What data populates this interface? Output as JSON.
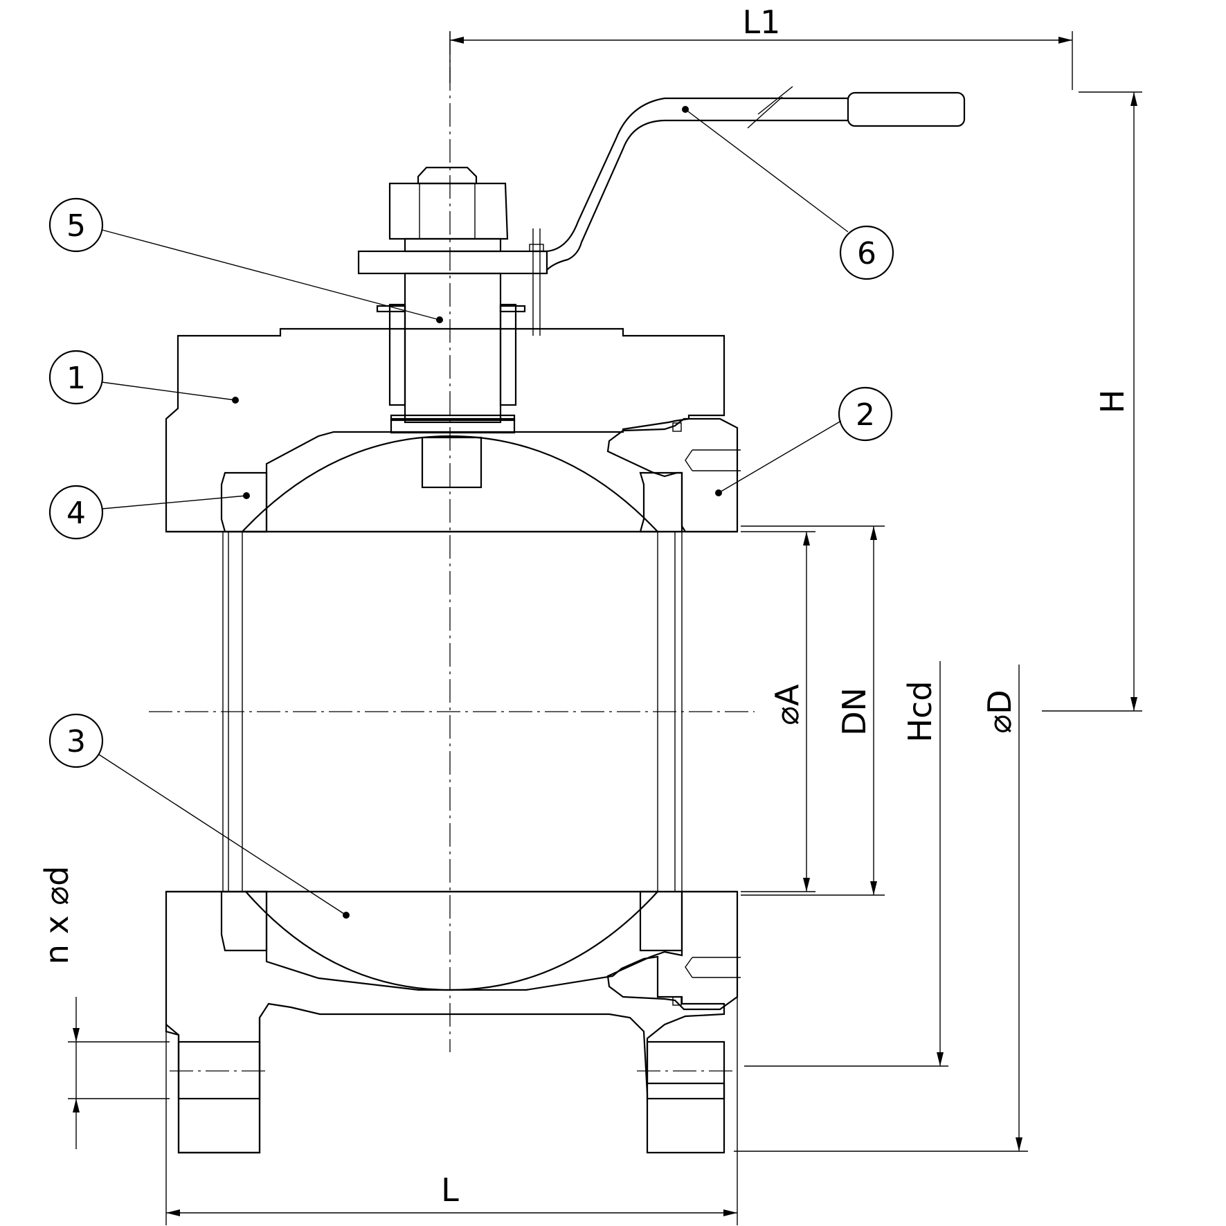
{
  "dimensions": {
    "L1": "L1",
    "H": "H",
    "A": "⌀A",
    "DN": "DN",
    "Hcd": "Hcd",
    "D": "⌀D",
    "n_d": "n x ⌀d",
    "L": "L"
  },
  "balloons": [
    "1",
    "2",
    "3",
    "4",
    "5",
    "6"
  ],
  "colors": {
    "ink": "#000000",
    "background": "#ffffff"
  }
}
